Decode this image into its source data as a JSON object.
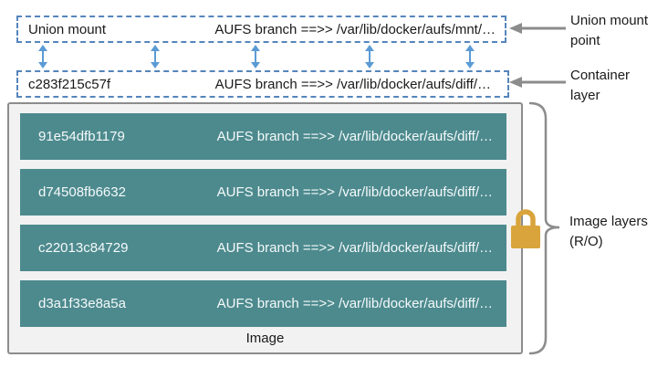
{
  "colors": {
    "teal": "#4d8a8e",
    "dash-blue": "#5585bb",
    "arrow-blue": "#5b9bd5",
    "gray": "#8c8c8c",
    "lock-gold": "#d9a43b",
    "outer-fill": "#f2f2f2",
    "text-dark": "#1a1a1a",
    "text-light": "#f5fafa"
  },
  "union_mount": {
    "label": "Union mount",
    "path": "AUFS branch ==>> /var/lib/docker/aufs/mnt/…"
  },
  "container_layer": {
    "id": "c283f215c57f",
    "path": "AUFS branch ==>> /var/lib/docker/aufs/diff/…"
  },
  "image": {
    "caption": "Image",
    "layers": [
      {
        "id": "91e54dfb1179",
        "path": "AUFS branch ==>> /var/lib/docker/aufs/diff/…"
      },
      {
        "id": "d74508fb6632",
        "path": "AUFS branch ==>> /var/lib/docker/aufs/diff/…"
      },
      {
        "id": "c22013c84729",
        "path": "AUFS branch ==>> /var/lib/docker/aufs/diff/…"
      },
      {
        "id": "d3a1f33e8a5a",
        "path": "AUFS branch ==>> /var/lib/docker/aufs/diff/…"
      }
    ]
  },
  "annotations": {
    "union_mount_point": {
      "line1": "Union mount",
      "line2": "point"
    },
    "container_layer": {
      "line1": "Container",
      "line2": "layer"
    },
    "image_layers": {
      "line1": "Image layers",
      "line2": "(R/O)"
    }
  },
  "icons": {
    "lock": "padlock",
    "vertical_link": "double-headed-vertical-arrow",
    "pointer": "left-arrow"
  }
}
